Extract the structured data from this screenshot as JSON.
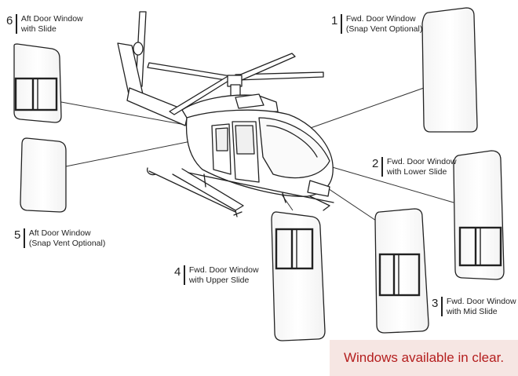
{
  "callouts": [
    {
      "id": "1",
      "number": "1",
      "line1": "Fwd. Door Window",
      "line2": "(Snap Vent Optional)"
    },
    {
      "id": "2",
      "number": "2",
      "line1": "Fwd. Door Window",
      "line2": "with Lower Slide"
    },
    {
      "id": "3",
      "number": "3",
      "line1": "Fwd. Door Window",
      "line2": "with Mid Slide"
    },
    {
      "id": "4",
      "number": "4",
      "line1": "Fwd. Door Window",
      "line2": "with Upper Slide"
    },
    {
      "id": "5",
      "number": "5",
      "line1": "Aft Door Window",
      "line2": "(Snap Vent Optional)"
    },
    {
      "id": "6",
      "number": "6",
      "line1": "Aft Door Window",
      "line2": "with Slide"
    }
  ],
  "note": {
    "text": "Windows available in clear.",
    "color": "#b41e1e",
    "background": "#f6e6e3"
  }
}
